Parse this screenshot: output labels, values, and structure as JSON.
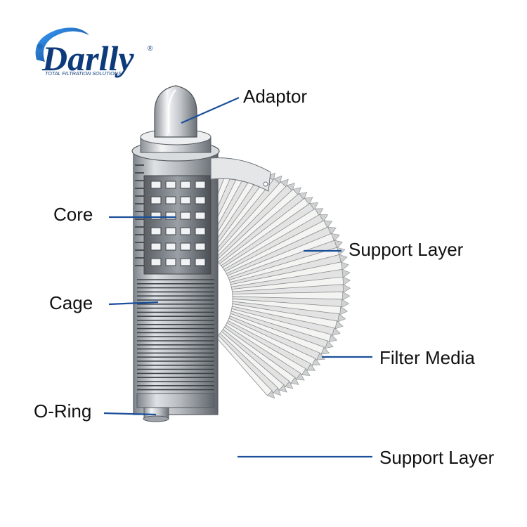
{
  "brand": {
    "name": "Darlly",
    "registered_mark": "®",
    "tagline": "TOTAL FILTRATION SOLUTIONS",
    "colors": {
      "blue": "#1f6fc0",
      "dark_blue": "#0d3a7a",
      "ink": "#111111"
    }
  },
  "labels": {
    "adaptor": "Adaptor",
    "core": "Core",
    "cage": "Cage",
    "o_ring": "O-Ring",
    "support_layer_outer": "Support Layer",
    "filter_media": "Filter Media",
    "support_layer_inner": "Support Layer"
  },
  "style": {
    "leader_line_color": "#1b4f9a",
    "metal_light": "#e6e8ea",
    "metal_mid": "#b5b9be",
    "metal_dark": "#6d7379",
    "pleat_face": "#f7f7f5",
    "pleat_edge": "#8a8c8e"
  }
}
